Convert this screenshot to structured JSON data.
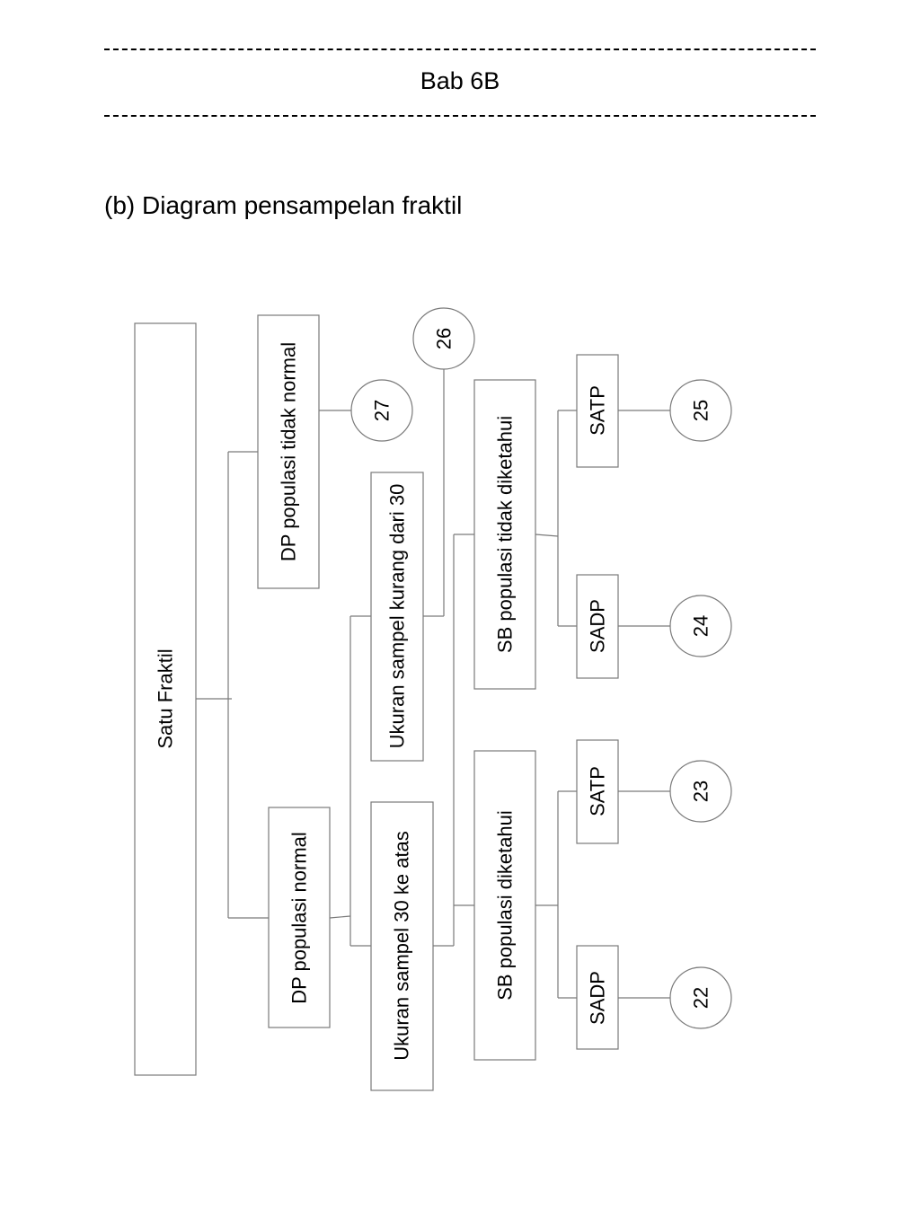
{
  "header": {
    "chapter": "Bab 6B"
  },
  "subtitle": "(b) Diagram pensampelan fraktil",
  "diagram": {
    "root": "Satu Fraktil",
    "dp_not_normal": "DP populasi tidak normal",
    "dp_normal": "DP populasi normal",
    "sample_under_30": "Ukuran sampel kurang dari 30",
    "sample_30_up": "Ukuran sampel 30 ke atas",
    "sb_unknown": "SB populasi tidak diketahui",
    "sb_known": "SB populasi diketahui",
    "satp_1": "SATP",
    "sadp_1": "SADP",
    "satp_2": "SATP",
    "sadp_2": "SADP",
    "c27": "27",
    "c26": "26",
    "c25": "25",
    "c24": "24",
    "c23": "23",
    "c22": "22"
  }
}
